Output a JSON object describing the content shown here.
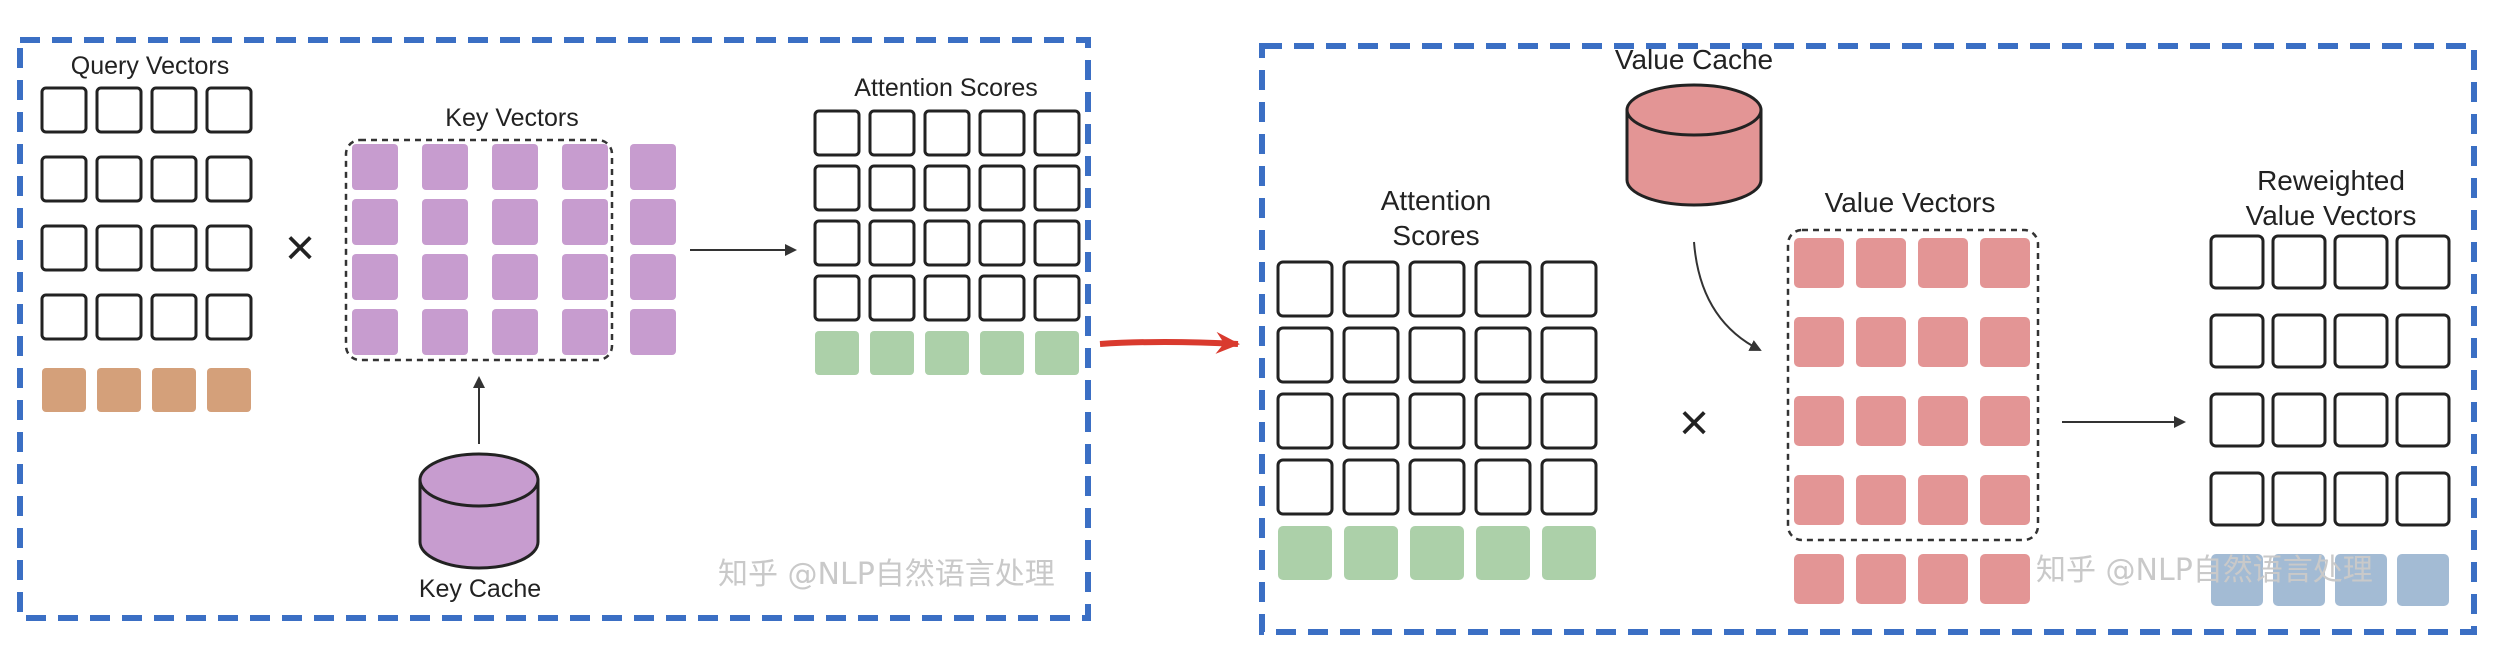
{
  "colors": {
    "panel_border": "#3b6fc4",
    "query_row": "#d4a07a",
    "key": "#c79ccf",
    "score": "#acd0a9",
    "value": "#e39595",
    "reweighted_row": "#a3bbd4",
    "arrow_red": "#d93a2e",
    "cell_border": "#222222"
  },
  "left_panel": {
    "query_label": "Query Vectors",
    "key_label": "Key Vectors",
    "attention_label": "Attention Scores",
    "key_cache_label": "Key Cache",
    "multiply_symbol": "×",
    "watermark": "知乎 @NLP自然语言处理"
  },
  "right_panel": {
    "value_cache_label": "Value Cache",
    "attention_label_line1": "Attention",
    "attention_label_line2": "Scores",
    "value_label": "Value Vectors",
    "reweighted_label_line1": "Reweighted",
    "reweighted_label_line2": "Value Vectors",
    "multiply_symbol": "×",
    "watermark": "知乎 @NLP自然语言处理"
  },
  "icons": [
    "cylinder-icon",
    "arrow-icon",
    "multiply-icon"
  ]
}
